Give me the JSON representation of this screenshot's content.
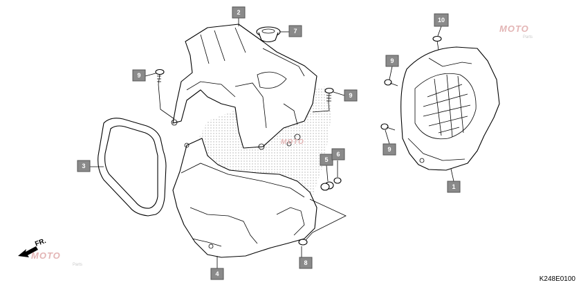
{
  "diagram": {
    "drawing_code": "K248E0100",
    "direction_label": "FR.",
    "watermark": {
      "text": "MOTO",
      "subtext": "Parts"
    },
    "callouts": [
      {
        "id": "c1",
        "label": "1"
      },
      {
        "id": "c2",
        "label": "2"
      },
      {
        "id": "c3",
        "label": "3"
      },
      {
        "id": "c4",
        "label": "4"
      },
      {
        "id": "c5",
        "label": "5"
      },
      {
        "id": "c6",
        "label": "6"
      },
      {
        "id": "c7",
        "label": "7"
      },
      {
        "id": "c8",
        "label": "8"
      },
      {
        "id": "c9a",
        "label": "9"
      },
      {
        "id": "c9b",
        "label": "9"
      },
      {
        "id": "c9c",
        "label": "9"
      },
      {
        "id": "c9d",
        "label": "9"
      },
      {
        "id": "c10",
        "label": "10"
      }
    ],
    "colors": {
      "callout_fill": "#8a8a8a",
      "line": "#000000",
      "watermark": "#e3b5b5"
    }
  }
}
